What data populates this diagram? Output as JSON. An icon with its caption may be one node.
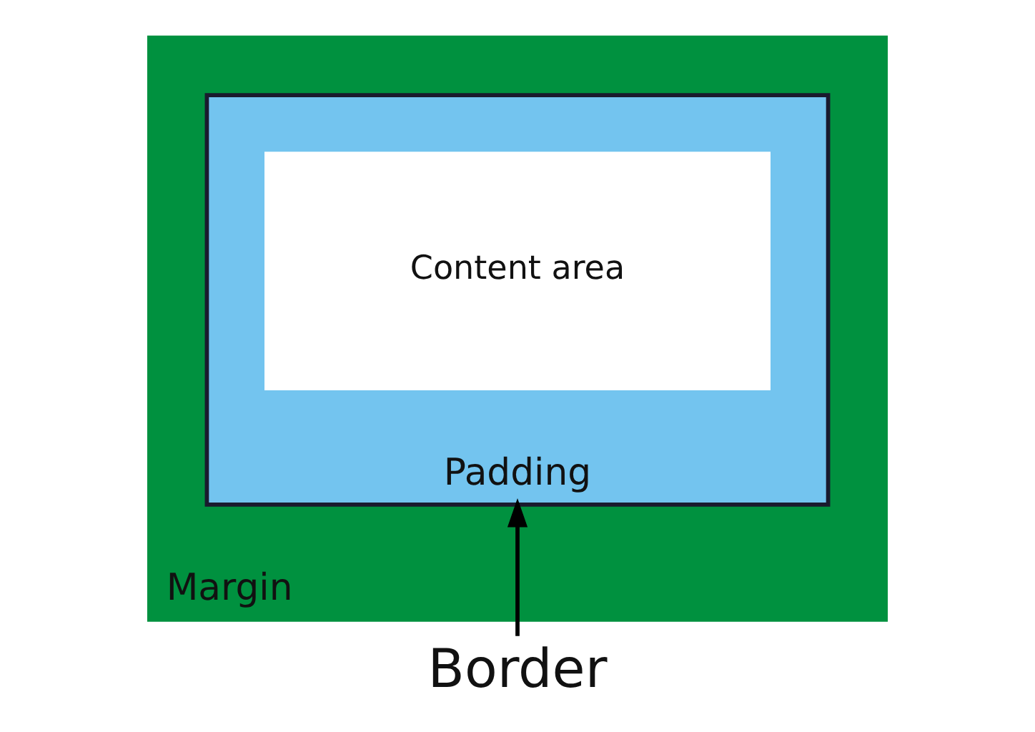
{
  "diagram": {
    "nodes": [
      {
        "text": [
          "Margin"
        ]
      },
      {
        "text": [
          "Padding"
        ],
        "in": 0
      },
      {
        "text": [
          "Content area"
        ],
        "in": 1
      },
      {
        "text": [
          "Border"
        ]
      }
    ],
    "edges": [
      {
        "from": 3,
        "to": 1,
        "arrow": "to"
      }
    ]
  }
}
